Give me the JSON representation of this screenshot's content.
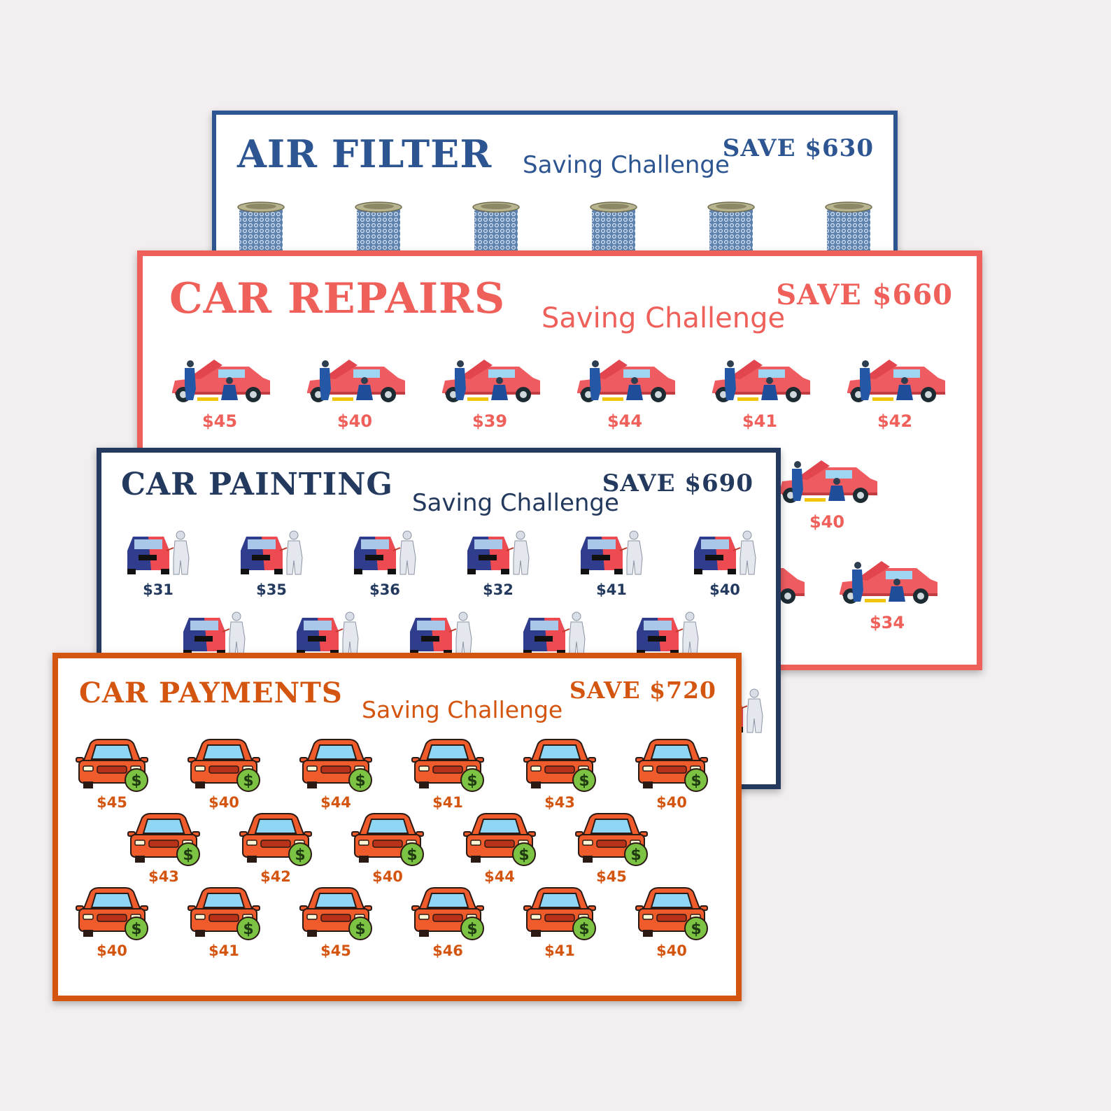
{
  "colors": {
    "background": "#f3eff0",
    "air_filter": "#2d5591",
    "car_repairs": "#f0605a",
    "car_painting": "#233a5e",
    "car_payments": "#d4550f"
  },
  "icons": {
    "air_filter": "air-filter-icon",
    "car_repairs": "car-repair-icon",
    "car_painting": "car-painting-icon",
    "car_payments": "car-dollar-icon"
  },
  "cards": {
    "air_filter": {
      "title": "AIR FILTER",
      "subtitle": "Saving Challenge",
      "save": "SAVE $630",
      "amounts": []
    },
    "car_repairs": {
      "title": "CAR REPAIRS",
      "subtitle": "Saving Challenge",
      "save": "SAVE $660",
      "amounts": [
        "$45",
        "$40",
        "$39",
        "$44",
        "$41",
        "$42",
        "$40",
        "$34"
      ]
    },
    "car_painting": {
      "title": "CAR PAINTING",
      "subtitle": "Saving Challenge",
      "save": "SAVE $690",
      "amounts": [
        "$31",
        "$35",
        "$36",
        "$32",
        "$41",
        "$40"
      ]
    },
    "car_payments": {
      "title": "CAR PAYMENTS",
      "subtitle": "Saving Challenge",
      "save": "SAVE $720",
      "amounts": [
        "$45",
        "$40",
        "$44",
        "$41",
        "$43",
        "$40",
        "$43",
        "$42",
        "$40",
        "$44",
        "$45",
        "$40",
        "$41",
        "$45",
        "$46",
        "$41",
        "$40"
      ]
    }
  }
}
